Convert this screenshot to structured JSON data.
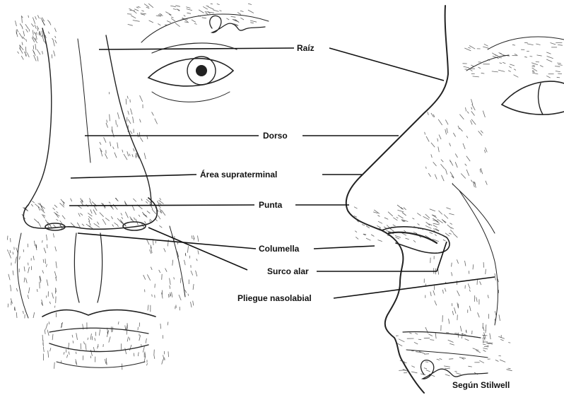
{
  "labels": {
    "raiz": "Raíz",
    "dorso": "Dorso",
    "area_supraterminal": "Área supraterminal",
    "punta": "Punta",
    "columella": "Columella",
    "surco_alar": "Surco alar",
    "pliegue_nasolabial": "Pliegue nasolabial"
  },
  "credit": "Según Stilwell",
  "colors": {
    "ink": "#111111",
    "background": "#ffffff"
  }
}
